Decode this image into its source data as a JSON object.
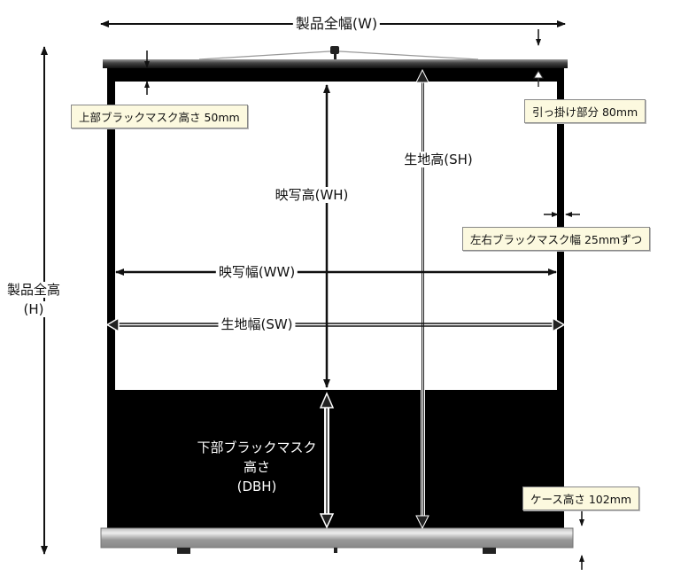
{
  "labels": {
    "product_width": "製品全幅(W)",
    "product_height_1": "製品全高",
    "product_height_2": "(H)",
    "view_height": "映写高(WH)",
    "fabric_height": "生地高(SH)",
    "view_width": "映写幅(WW)",
    "fabric_width": "生地幅(SW)",
    "bottom_mask_1": "下部ブラックマスク",
    "bottom_mask_2": "高さ",
    "bottom_mask_3": "(DBH)"
  },
  "callouts": {
    "top_mask": "上部ブラックマスク高さ 50mm",
    "hook": "引っ掛け部分 80mm",
    "side_mask": "左右ブラックマスク幅 25mmずつ",
    "case_height": "ケース高さ 102mm"
  }
}
